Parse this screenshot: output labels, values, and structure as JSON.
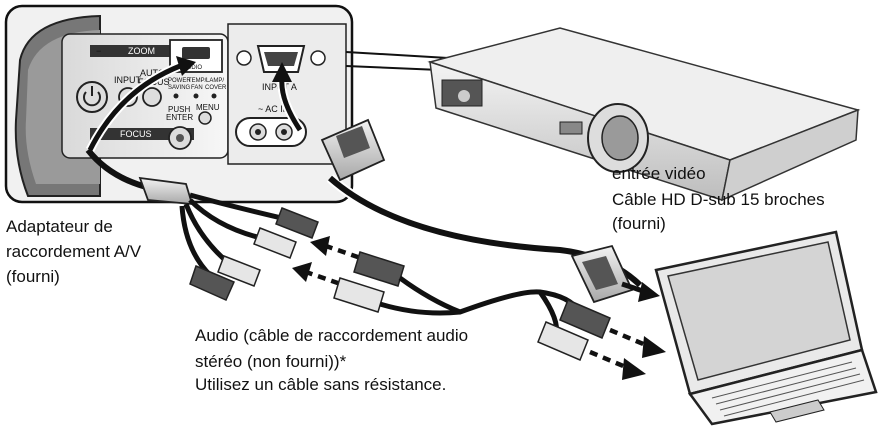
{
  "captions": {
    "video_input": "entrée vidéo",
    "vga_cable": "Câble HD D-sub 15 broches",
    "vga_cable_note": "(fourni)",
    "av_adapter_l1": "Adaptateur de",
    "av_adapter_l2": "raccordement A/V",
    "av_adapter_l3": "(fourni)",
    "audio_l1": "Audio (câble de raccordement audio",
    "audio_l2": "stéréo (non fourni))*",
    "audio_l3": "Utilisez un câble sans résistance."
  },
  "panel": {
    "zoom": "ZOOM",
    "focus": "FOCUS",
    "input": "INPUT",
    "auto_focus_1": "AUTO",
    "auto_focus_2": "FOCUS",
    "audio_port": "AUDIO",
    "power_saving_1": "POWER",
    "power_saving_2": "SAVING",
    "temp_fan_1": "TEMP/",
    "temp_fan_2": "FAN",
    "lamp_cover_1": "LAMP/",
    "lamp_cover_2": "COVER",
    "push_enter_1": "PUSH",
    "push_enter_2": "ENTER",
    "menu": "MENU",
    "input_a": "INPUT A",
    "ac_in": "~ AC IN",
    "minus": "−",
    "plus": "+"
  }
}
